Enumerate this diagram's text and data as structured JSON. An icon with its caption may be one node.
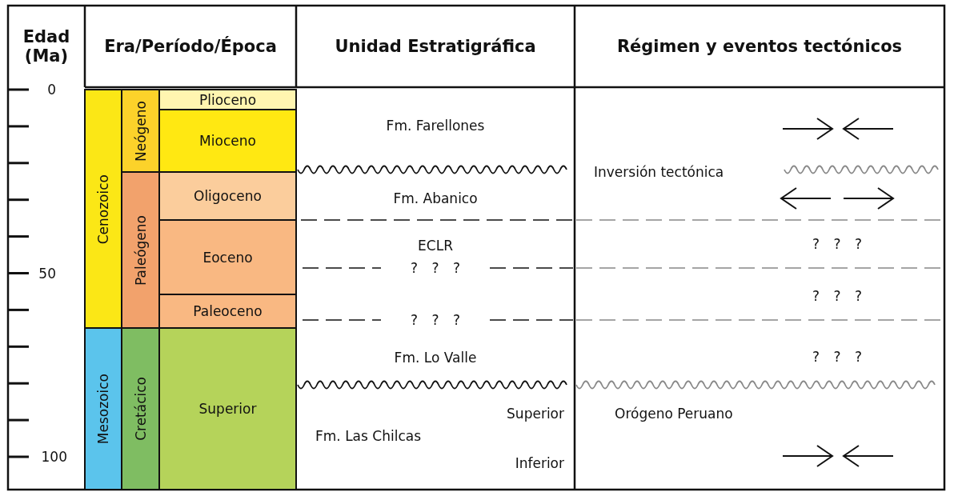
{
  "diagram": {
    "nodes": [
      {
        "text": [
          "Cenozoico"
        ]
      },
      {
        "text": [
          "Neógeno"
        ]
      },
      {
        "text": [
          "Plioceno"
        ]
      },
      {
        "text": [
          "Mioceno"
        ]
      },
      {
        "text": [
          "Paleógeno"
        ]
      },
      {
        "text": [
          "Oligoceno"
        ]
      },
      {
        "text": [
          "Eoceno"
        ]
      },
      {
        "text": [
          "Paleoceno"
        ]
      },
      {
        "text": [
          "Mesozoico"
        ]
      },
      {
        "text": [
          "Cretácico"
        ]
      },
      {
        "text": [
          "Superior"
        ]
      }
    ],
    "labels": [
      "Edad (Ma)",
      "Era/Período/Época",
      "Unidad Estratigráfica",
      "Régimen y eventos tectónicos",
      "0",
      "Fm. Farellones",
      "Inversión tectónica",
      "Fm. Abanico",
      "ECLR",
      "? ? ?",
      "? ? ?",
      "50",
      "? ? ?",
      "? ? ?",
      "Fm. Lo Valle",
      "? ? ?",
      "Superior",
      "Orógeno Peruano",
      "Fm. Las Chilcas",
      "100",
      "Inferior"
    ]
  }
}
